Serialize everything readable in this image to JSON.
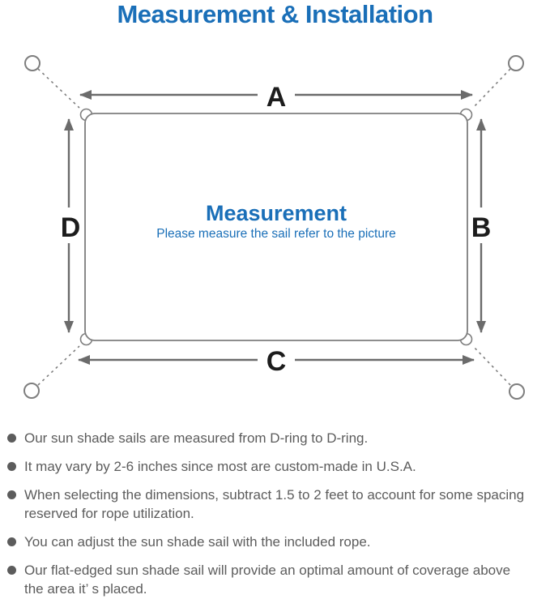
{
  "header": {
    "title": "Measurement & Installation"
  },
  "diagram": {
    "labels": {
      "top": "A",
      "right": "B",
      "bottom": "C",
      "left": "D"
    },
    "center": {
      "heading": "Measurement",
      "subheading": "Please measure the sail refer to the picture"
    },
    "colors": {
      "accent_blue": "#1a6fb8",
      "line_gray": "#7e7e7e",
      "arrow_gray": "#6b6b6b",
      "label_black": "#1c1c1c",
      "text_gray": "#5c5c5c"
    }
  },
  "notes": {
    "items": [
      "Our sun shade sails are measured from D-ring to D-ring.",
      "It may vary by 2-6 inches since most are custom-made in U.S.A.",
      "When selecting the dimensions, subtract 1.5 to 2 feet to account for some spacing reserved for rope utilization.",
      "You can adjust the sun shade sail with the included rope.",
      "Our flat-edged sun shade sail will provide an optimal amount of coverage above the area it’ s placed."
    ]
  }
}
